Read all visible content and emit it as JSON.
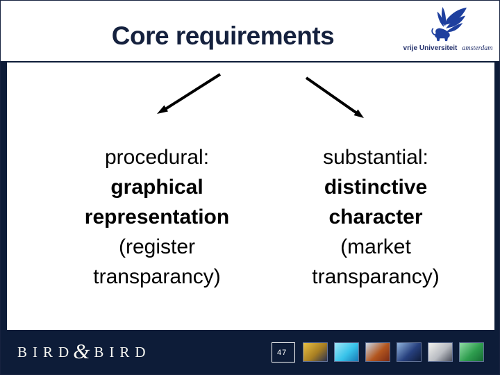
{
  "slide": {
    "title": "Core requirements"
  },
  "logo_vu": {
    "icon": "vu-griffin-icon",
    "line_main": "vrije Universiteit",
    "line_accent": "amsterdam",
    "color": "#1e3f9e"
  },
  "arrows": [
    {
      "name": "arrow-down-left",
      "direction": "down-left"
    },
    {
      "name": "arrow-down-right",
      "direction": "down-right"
    }
  ],
  "columns": {
    "left": {
      "lines": [
        "procedural:",
        "graphical",
        "representation",
        "(register",
        "transparancy)"
      ]
    },
    "right": {
      "lines": [
        "substantial:",
        "distinctive",
        "character",
        "(market",
        "transparancy)"
      ]
    }
  },
  "footer": {
    "brand": {
      "word1": "BIRD",
      "amp": "&",
      "word2": "BIRD"
    },
    "page_number": "47",
    "thumbnails": [
      {
        "name": "yellow-hallway",
        "colors": [
          "#e9c043",
          "#a87f22",
          "#2b3150"
        ]
      },
      {
        "name": "cyan-interior",
        "colors": [
          "#9fe6f7",
          "#38c3ea",
          "#1779b5"
        ]
      },
      {
        "name": "courtroom-orange",
        "colors": [
          "#c9d8e6",
          "#b3561f",
          "#7a2a15"
        ]
      },
      {
        "name": "blue-meeting",
        "colors": [
          "#8fb3dc",
          "#27407e",
          "#0f1c3a"
        ]
      },
      {
        "name": "sketch-gray",
        "colors": [
          "#f2f2ee",
          "#b9bcc2",
          "#4c4f5c"
        ]
      },
      {
        "name": "green-ribbon",
        "colors": [
          "#8fdca5",
          "#2f9e4f",
          "#156c33"
        ]
      }
    ]
  },
  "colors": {
    "navy_bar": "#0d1c38",
    "title_text": "#15213e",
    "body_text": "#000000",
    "arrow": "#000000"
  }
}
